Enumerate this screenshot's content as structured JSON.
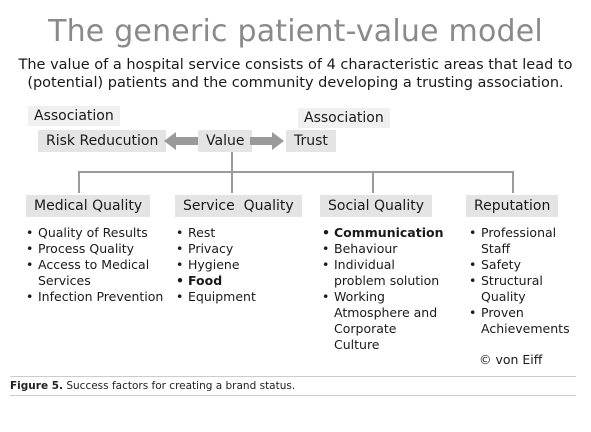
{
  "title": "The generic patient-value model",
  "subtitle_line1": "The value of a hospital service consists of 4 characteristic areas that lead to",
  "subtitle_line2": "(potential) patients and the community developing a trusting association.",
  "top": {
    "association_left": "Association",
    "association_right": "Association",
    "risk_reduction": "Risk Reducution",
    "value": "Value",
    "trust": "Trust"
  },
  "columns": [
    {
      "header": "Medical Quality",
      "items": [
        {
          "text": "Quality of Results"
        },
        {
          "text": "Process Quality"
        },
        {
          "text": "Access to Medical Services"
        },
        {
          "text": "Infection Prevention"
        }
      ]
    },
    {
      "header": "Service  Quality",
      "items": [
        {
          "text": "Rest"
        },
        {
          "text": "Privacy"
        },
        {
          "text": "Hygiene"
        },
        {
          "text": "Food",
          "bold": true
        },
        {
          "text": "Equipment"
        }
      ]
    },
    {
      "header": "Social Quality",
      "items": [
        {
          "text": "Communication",
          "bold": true
        },
        {
          "text": "Behaviour"
        },
        {
          "text": "Individual problem solution"
        },
        {
          "text": "Working Atmosphere and Corporate Culture"
        }
      ]
    },
    {
      "header": "Reputation",
      "items": [
        {
          "text": "Professional Staff"
        },
        {
          "text": "Safety"
        },
        {
          "text": "Structural Quality"
        },
        {
          "text": "Proven Achievements"
        }
      ]
    }
  ],
  "copyright": "© von Eiff",
  "caption_label": "Figure 5.",
  "caption_text": " Success factors for creating a brand status.",
  "colors": {
    "title": "#8a8a8a",
    "box": "#e4e4e4",
    "arrow": "#9a9a9a",
    "line": "#9a9a9a"
  }
}
